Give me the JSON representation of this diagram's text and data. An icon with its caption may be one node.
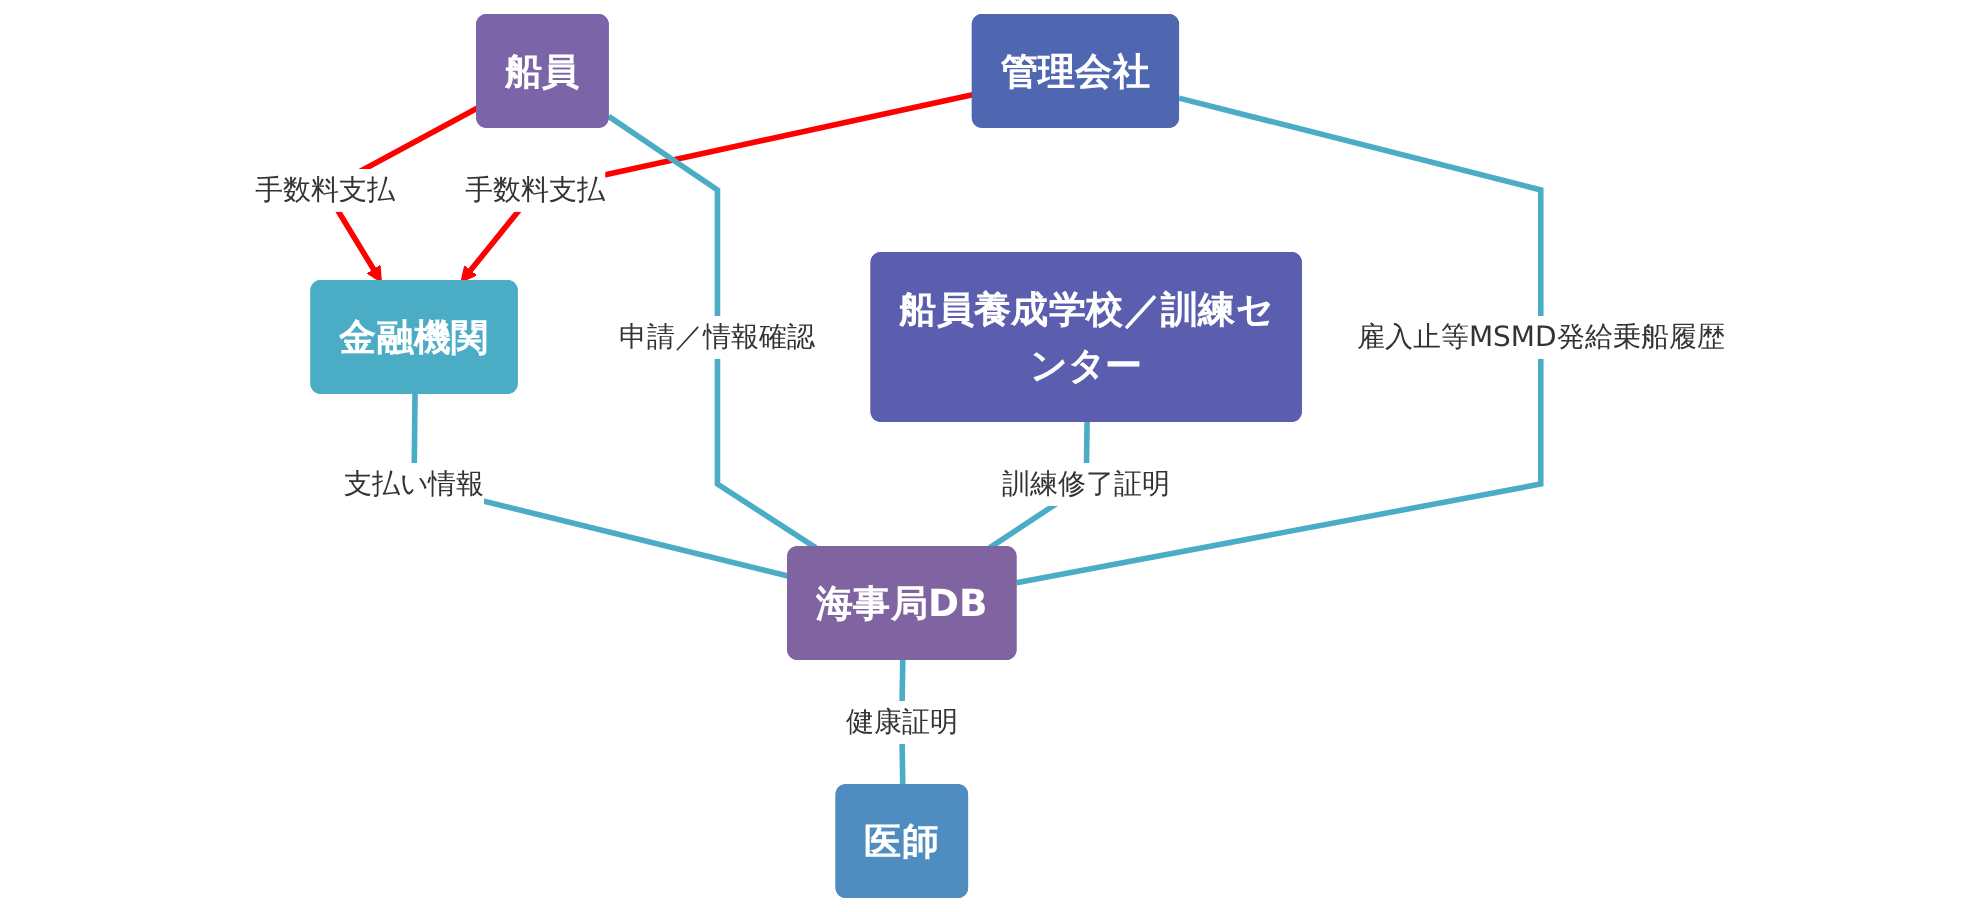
{
  "diagram": {
    "nodes": [
      {
        "text": [
          "金融機関"
        ]
      },
      {
        "text": [
          "船員"
        ]
      },
      {
        "text": [
          "船員養成学校／訓練センター"
        ]
      },
      {
        "text": [
          "海事局DB"
        ]
      },
      {
        "text": [
          "管理会社"
        ]
      },
      {
        "text": [
          "医師"
        ]
      }
    ],
    "edges": [
      {
        "from": 1,
        "to": 0,
        "arrow": "to",
        "label": "手数料支払",
        "color": "#ff0000"
      },
      {
        "from": 4,
        "to": 0,
        "arrow": "to",
        "label": "手数料支払",
        "color": "#ff0000"
      },
      {
        "from": 0,
        "to": 3,
        "arrow": "none",
        "label": "支払い情報"
      },
      {
        "from": 1,
        "to": 3,
        "arrow": "none",
        "label": "申請／情報確認"
      },
      {
        "from": 2,
        "to": 3,
        "arrow": "none",
        "label": "訓練修了証明"
      },
      {
        "from": 4,
        "to": 3,
        "arrow": "none",
        "label": "雇入止等MSMD発給乗船履歴"
      },
      {
        "from": 3,
        "to": 5,
        "arrow": "none",
        "label": "健康証明"
      }
    ]
  }
}
